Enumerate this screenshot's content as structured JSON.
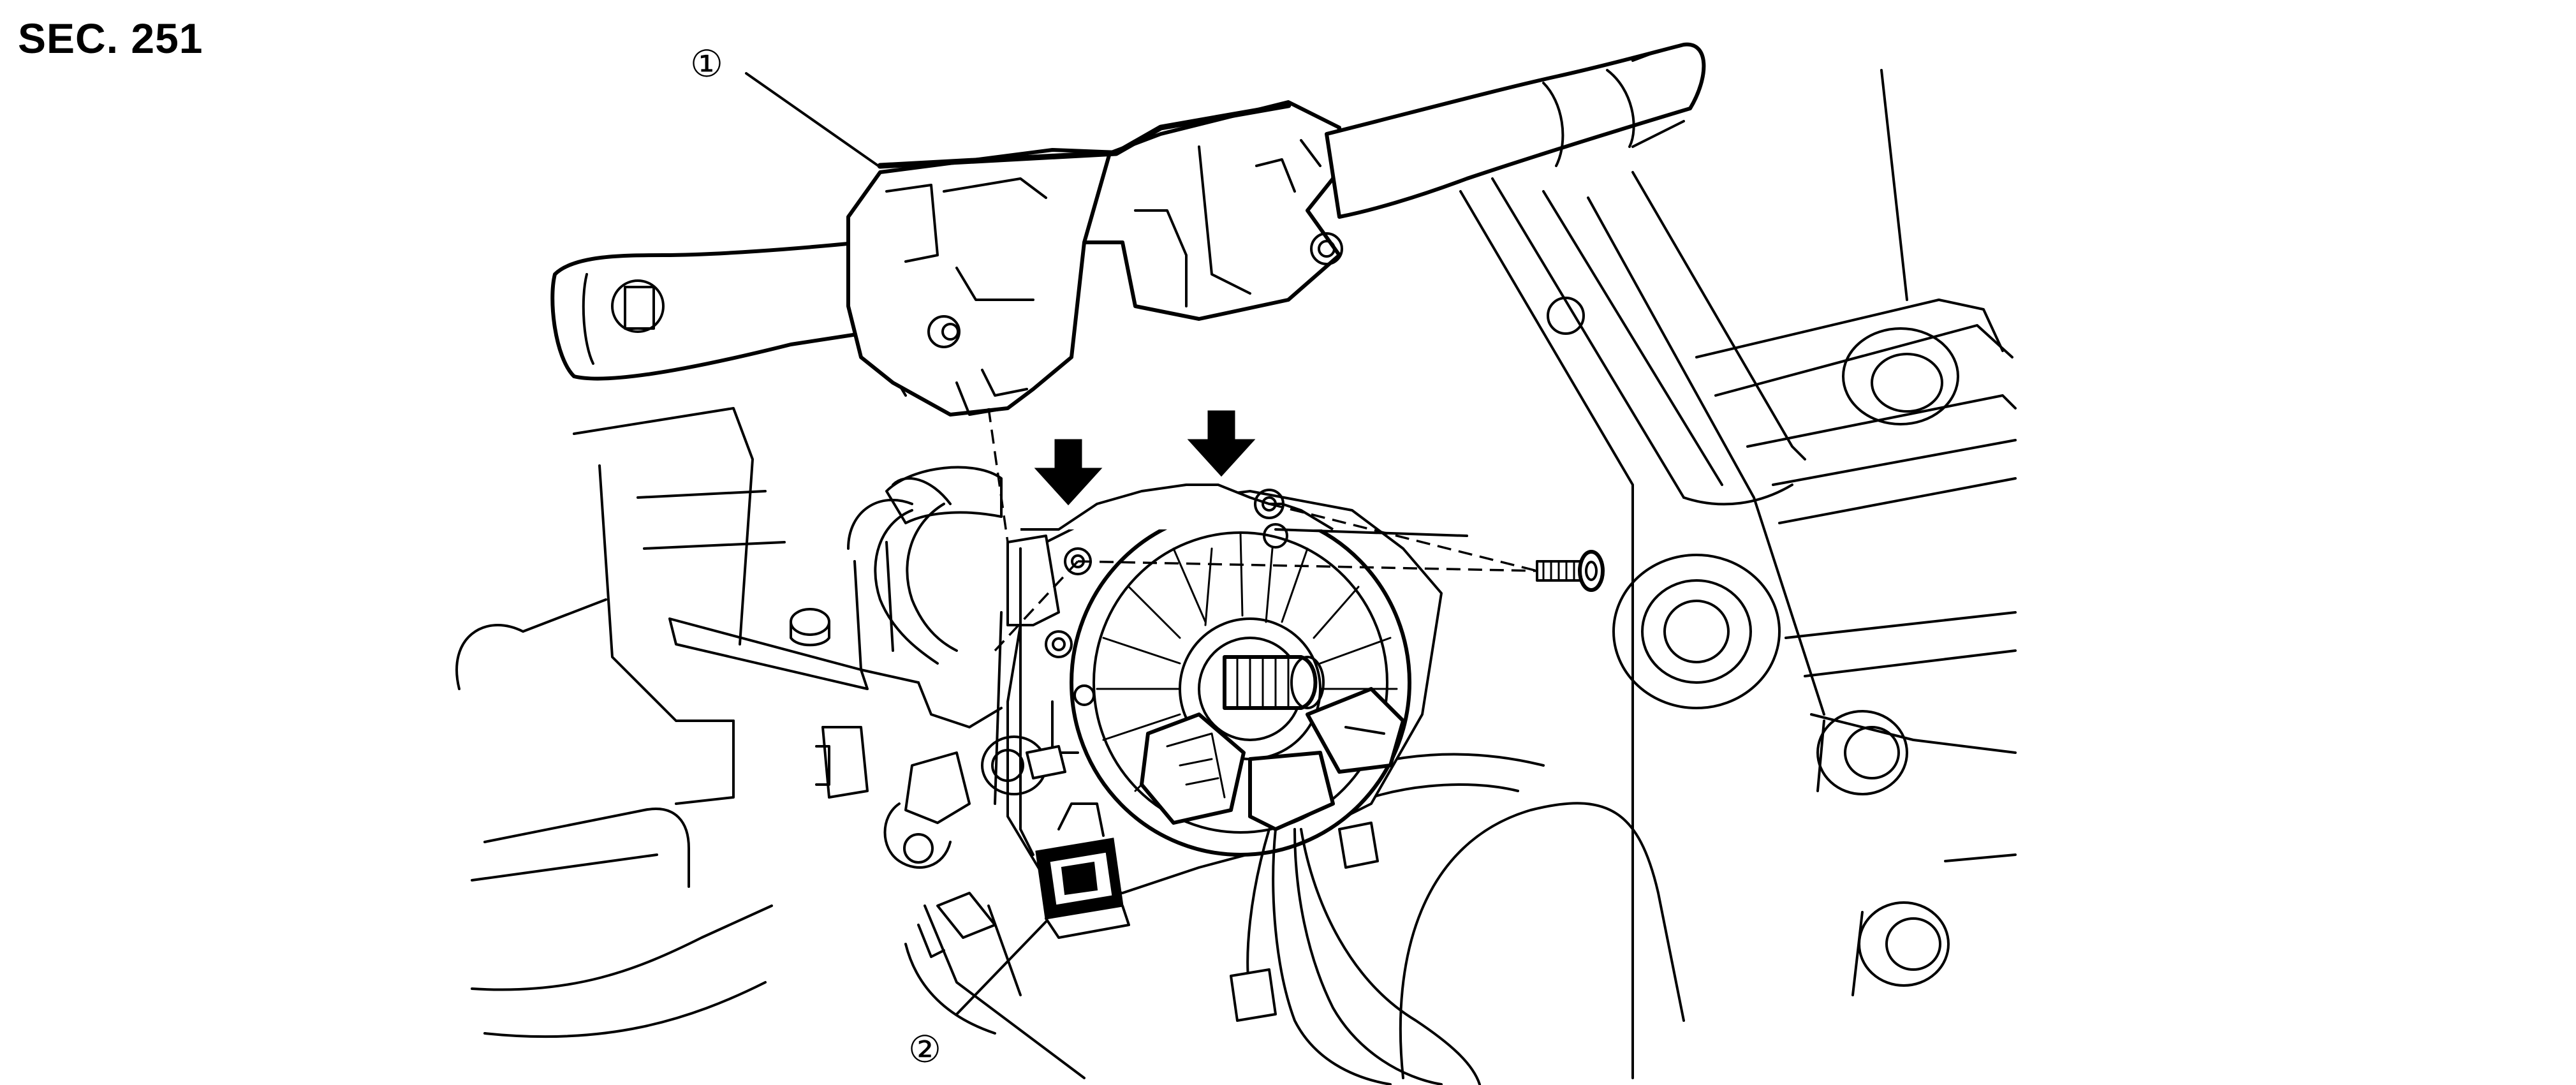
{
  "section": {
    "label": "SEC. 251"
  },
  "callouts": [
    {
      "id": "1",
      "label": "①"
    },
    {
      "id": "2",
      "label": "②"
    }
  ],
  "colors": {
    "line": "#000000",
    "background": "#ffffff"
  },
  "icons": {
    "arrow": "down-arrow-icon"
  }
}
